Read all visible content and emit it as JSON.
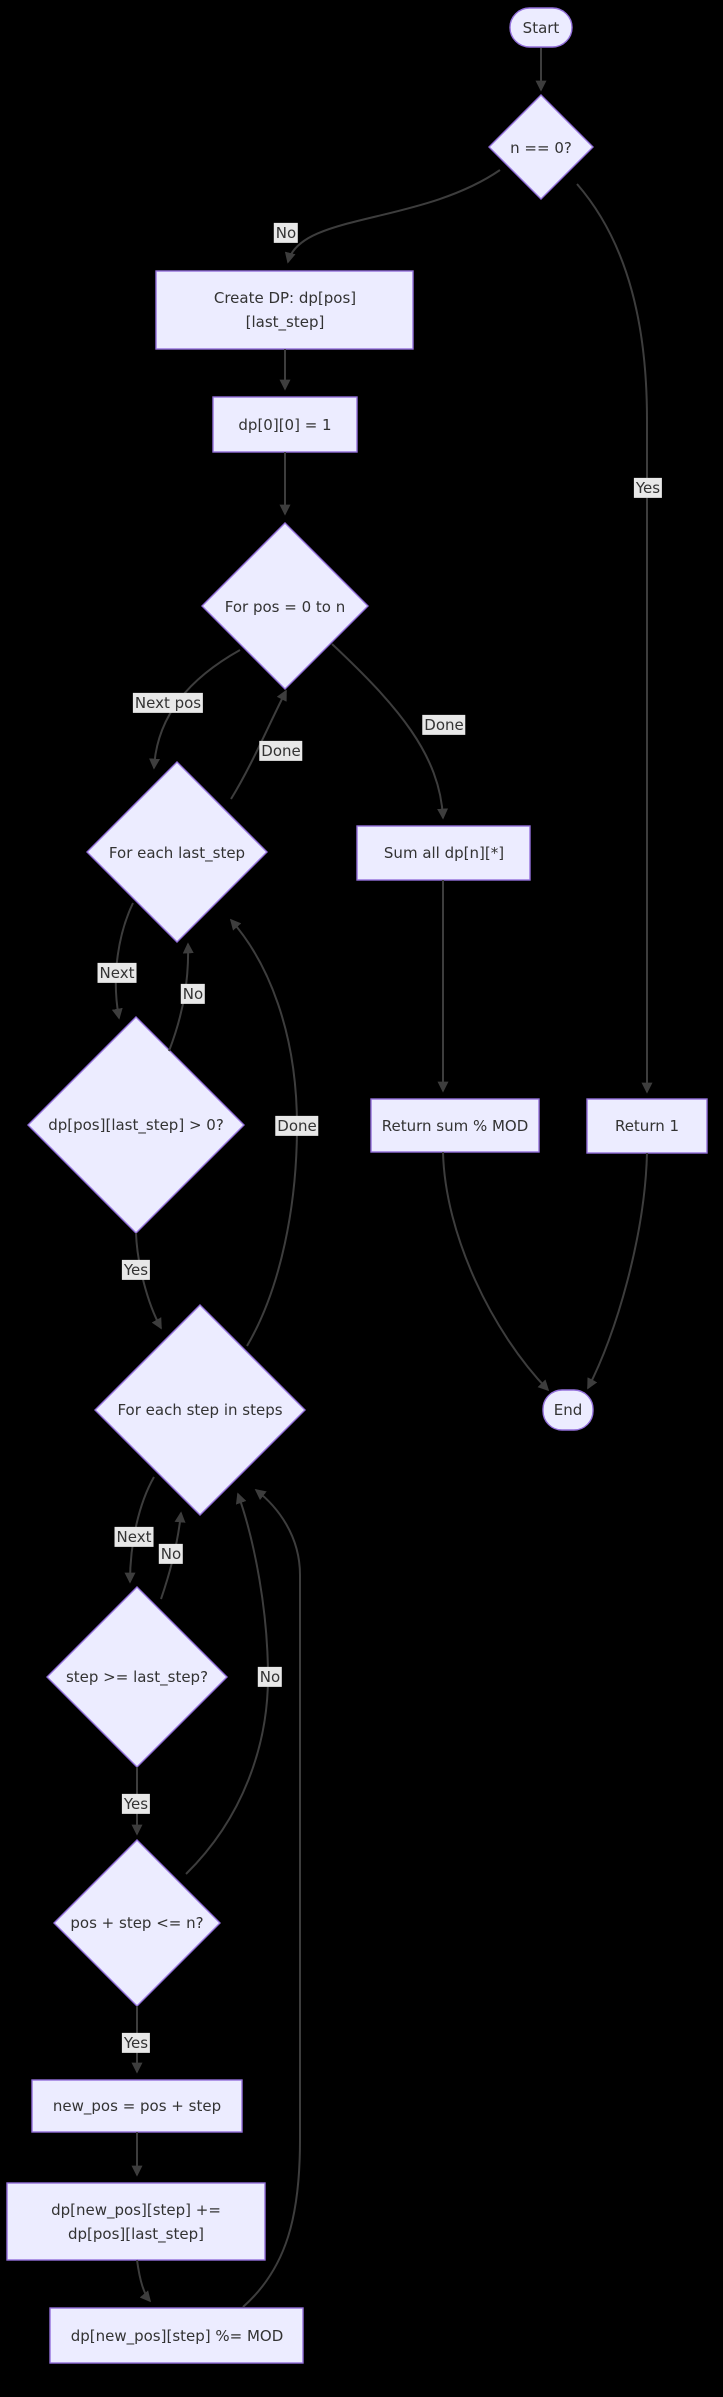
{
  "colors": {
    "background": "#000000",
    "node_fill": "#ECECFF",
    "node_border": "#9370DB",
    "node_text": "#333333",
    "edge_line": "#3d3d3d",
    "edge_label_bg": "#e8e8e8",
    "edge_label_text": "#333333"
  },
  "nodes": {
    "start": "Start",
    "check_n": "n == 0?",
    "create_dp": "Create DP: dp[pos]\n[last_step]",
    "init": "dp[0][0] = 1",
    "for_pos": "For pos = 0 to n",
    "for_last": "For each last_step",
    "sum_all": "Sum all dp[n][*]",
    "dp_gt0": "dp[pos][last_step] > 0?",
    "return_sum": "Return sum % MOD",
    "return_1": "Return 1",
    "for_step": "For each step in steps",
    "end": "End",
    "step_ge": "step >= last_step?",
    "pos_le": "pos + step <= n?",
    "new_pos": "new_pos = pos + step",
    "update": "dp[new_pos][step] +=\ndp[pos][last_step]",
    "mod": "dp[new_pos][step] %= MOD"
  },
  "edge_labels": {
    "no_to_create": "No",
    "yes_to_return1": "Yes",
    "next_pos": "Next pos",
    "done_back_to_for_pos": "Done",
    "done_to_sum": "Done",
    "next_to_dp_check": "Next",
    "no_back_to_for_last": "No",
    "done_back_to_for_last": "Done",
    "yes_to_for_step": "Yes",
    "next_to_step_check": "Next",
    "no_back_to_for_step": "No",
    "no_back_to_for_step_2": "No",
    "yes_to_pos_check": "Yes",
    "yes_to_new_pos": "Yes"
  }
}
